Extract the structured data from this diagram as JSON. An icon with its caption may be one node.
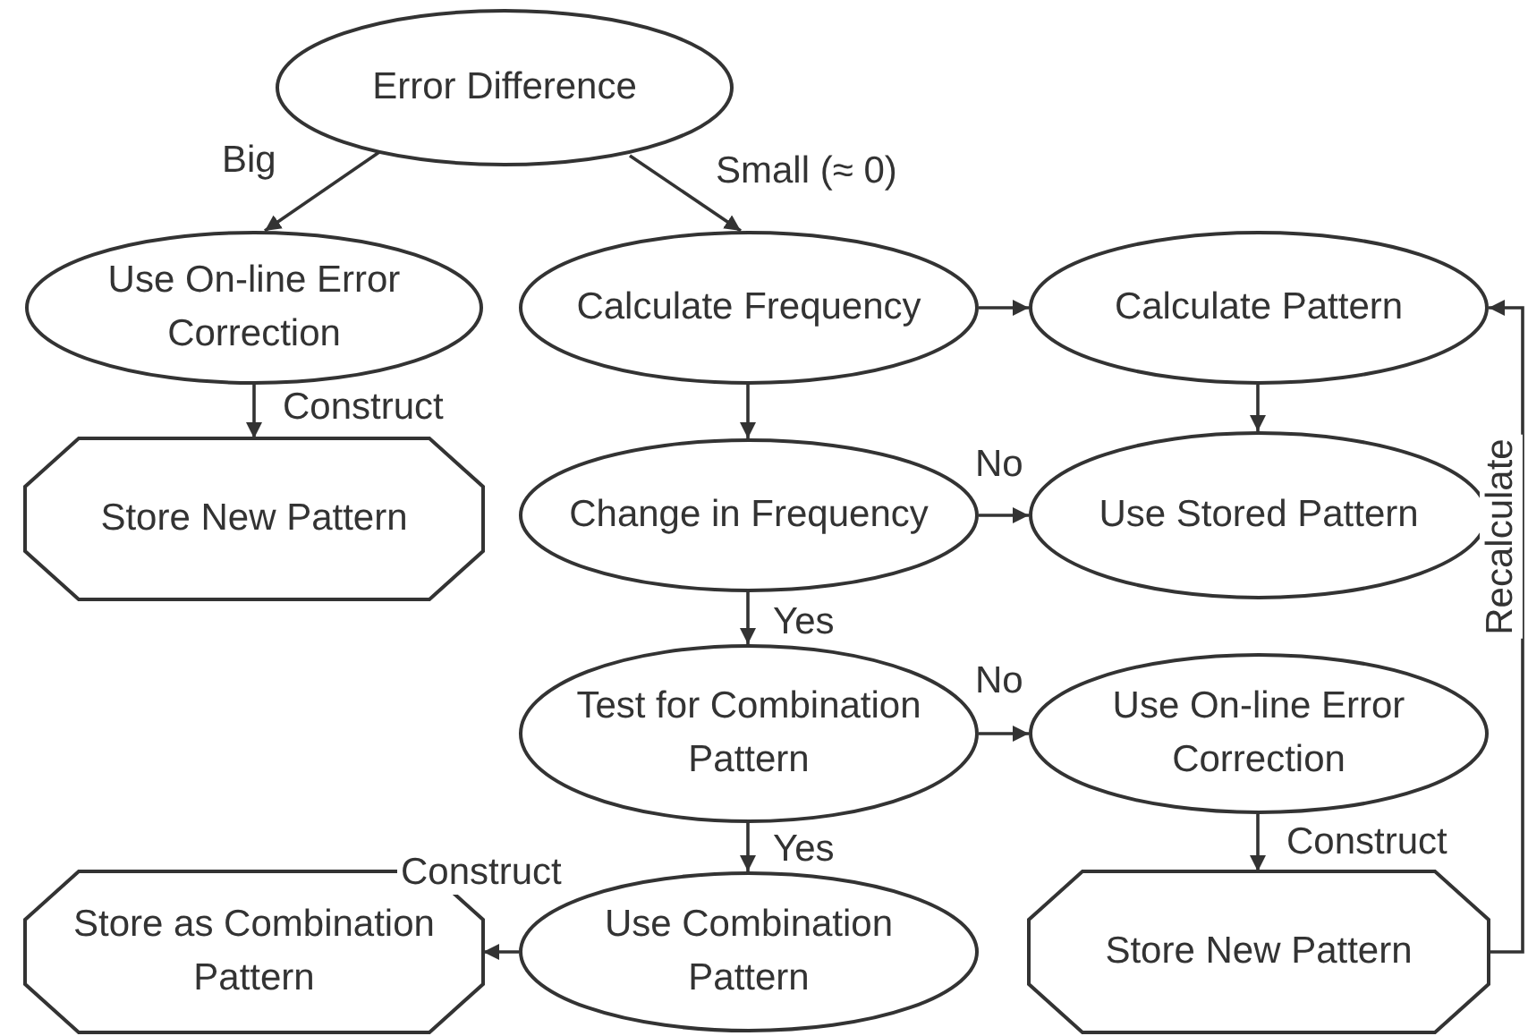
{
  "diagram": {
    "nodes": [
      {
        "text": [
          "Error Difference"
        ]
      },
      {
        "text": [
          "Use On-line Error Correction"
        ]
      },
      {
        "text": [
          "Calculate Frequency"
        ]
      },
      {
        "text": [
          "Calculate Pattern"
        ]
      },
      {
        "text": [
          "Store New Pattern"
        ]
      },
      {
        "text": [
          "Change in Frequency"
        ]
      },
      {
        "text": [
          "Use Stored Pattern"
        ]
      },
      {
        "text": [
          "Test for Combination Pattern"
        ]
      },
      {
        "text": [
          "Use On-line Error Correction"
        ]
      },
      {
        "text": [
          "Store as Combination Pattern"
        ]
      },
      {
        "text": [
          "Use Combination Pattern"
        ]
      },
      {
        "text": [
          "Store New Pattern"
        ]
      }
    ],
    "edges": [
      {
        "from": 0,
        "to": 1,
        "arrow": "to",
        "label": "Big"
      },
      {
        "from": 0,
        "to": 2,
        "arrow": "to",
        "label": "Small (≈ 0)"
      },
      {
        "from": 1,
        "to": 4,
        "arrow": "to",
        "label": "Construct"
      },
      {
        "from": 2,
        "to": 3,
        "arrow": "to"
      },
      {
        "from": 2,
        "to": 5,
        "arrow": "to"
      },
      {
        "from": 3,
        "to": 6,
        "arrow": "to"
      },
      {
        "from": 5,
        "to": 6,
        "arrow": "to",
        "label": "No"
      },
      {
        "from": 5,
        "to": 7,
        "arrow": "to",
        "label": "Yes"
      },
      {
        "from": 7,
        "to": 8,
        "arrow": "to",
        "label": "No"
      },
      {
        "from": 7,
        "to": 10,
        "arrow": "to",
        "label": "Yes"
      },
      {
        "from": 10,
        "to": 9,
        "arrow": "to",
        "label": "Construct"
      },
      {
        "from": 8,
        "to": 11,
        "arrow": "to",
        "label": "Construct"
      },
      {
        "from": 11,
        "to": 3,
        "arrow": "to",
        "label": "Recalculate"
      }
    ]
  }
}
